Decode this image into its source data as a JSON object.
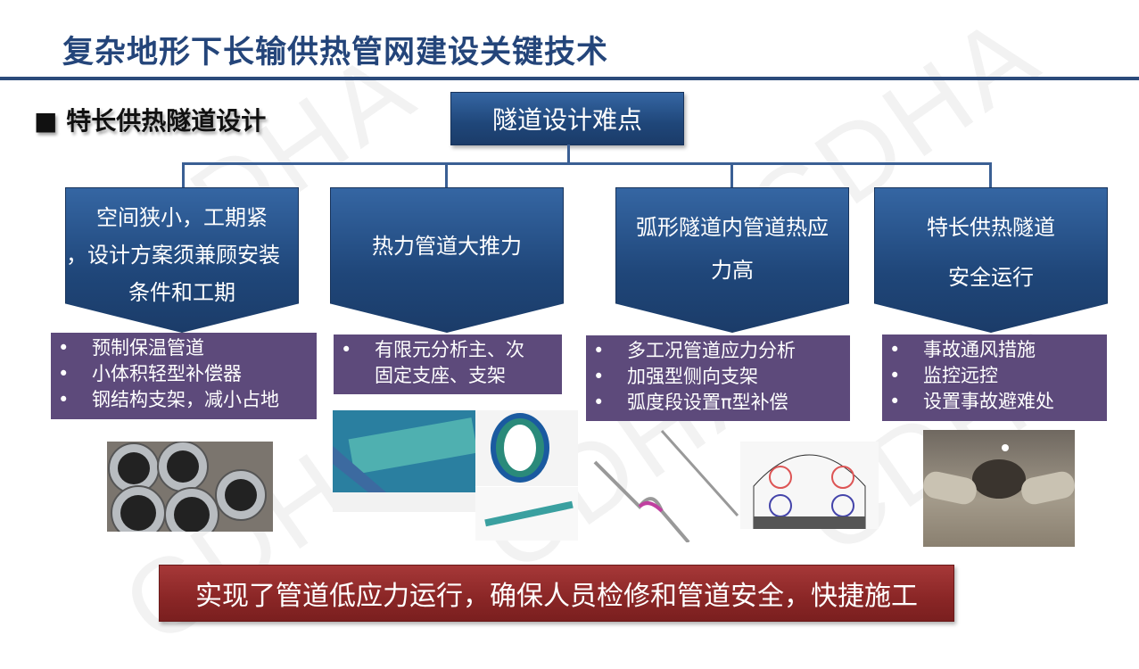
{
  "title": "复杂地形下长输供热管网建设关键技术",
  "section": {
    "bullet": "■",
    "label": "特长供热隧道设计"
  },
  "root": "隧道设计难点",
  "branches": [
    {
      "heading_lines": [
        "空间狭小，工期紧",
        "，设计方案须兼顾安装",
        "条件和工期"
      ],
      "items": [
        "预制保温管道",
        "小体积轻型补偿器",
        "钢结构支架，减小占地"
      ]
    },
    {
      "heading_lines": [
        "热力管道大推力"
      ],
      "items": [
        "有限元分析主、次",
        "固定支座、支架"
      ]
    },
    {
      "heading_lines": [
        "弧形隧道内管道热应",
        "力高"
      ],
      "items": [
        "多工况管道应力分析",
        "加强型侧向支架",
        "弧度段设置π型补偿"
      ]
    },
    {
      "heading_lines": [
        "特长供热隧道",
        "安全运行"
      ],
      "items": [
        "事故通风措施",
        "监控远控",
        "设置事故避难处"
      ]
    }
  ],
  "bullet_char": "•",
  "conclusion": "实现了管道低应力运行，确保人员检修和管道安全，快捷施工",
  "watermark": "CDHA",
  "colors": {
    "title": "#24457a",
    "box_blue": "#1f4679",
    "box_purple": "#5d4a7b",
    "box_red": "#8a2626"
  }
}
